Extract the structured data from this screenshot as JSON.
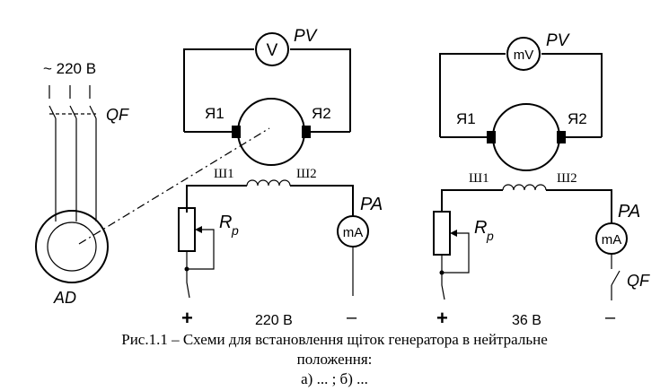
{
  "motor": {
    "supply": "~ 220 В",
    "breaker": "QF",
    "name": "AD"
  },
  "circuit1": {
    "voltmeter_symbol": "V",
    "voltmeter_label": "PV",
    "armature_left": "Я1",
    "armature_right": "Я2",
    "field_left": "Ш1",
    "field_right": "Ш2",
    "rheostat_label": "R",
    "rheostat_sub": "p",
    "ammeter_symbol": "mA",
    "ammeter_label": "PA",
    "plus": "+",
    "minus": "–",
    "voltage": "220 В"
  },
  "circuit2": {
    "voltmeter_symbol": "mV",
    "voltmeter_label": "PV",
    "armature_left": "Я1",
    "armature_right": "Я2",
    "field_left": "Ш1",
    "field_right": "Ш2",
    "rheostat_label": "R",
    "rheostat_sub": "p",
    "ammeter_symbol": "mA",
    "ammeter_label": "PA",
    "switch_label": "QF",
    "plus": "+",
    "minus": "–",
    "voltage": "36 В"
  },
  "caption": {
    "line1": "Рис.1.1 – Схеми для встановлення щіток генератора в нейтральне",
    "line2": "положення:",
    "line3": "а) ... ; б) ..."
  }
}
